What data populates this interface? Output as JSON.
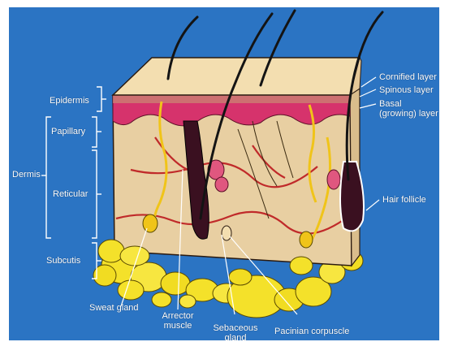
{
  "colors": {
    "background": "#2b74c3",
    "epidermis_top": "#f3deb0",
    "dermis": "#e8cfa2",
    "basal_layer": "#d6336c",
    "fat": "#f4e12a",
    "hair": "#141414",
    "label_text": "#ffffff"
  },
  "labels": {
    "epidermis": "Epidermis",
    "papillary": "Papillary",
    "dermis": "Dermis",
    "reticular": "Reticular",
    "subcutis": "Subcutis",
    "sweat_gland": "Sweat gland",
    "arrector_muscle": "Arrector muscle",
    "sebaceous_gland": "Sebaceous gland",
    "pacinian_corpuscle": "Pacinian corpuscle",
    "cornified_layer": "Cornified layer",
    "spinous_layer": "Spinous layer",
    "basal_layer": "Basal (growing) layer",
    "hair_follicle": "Hair follicle"
  }
}
